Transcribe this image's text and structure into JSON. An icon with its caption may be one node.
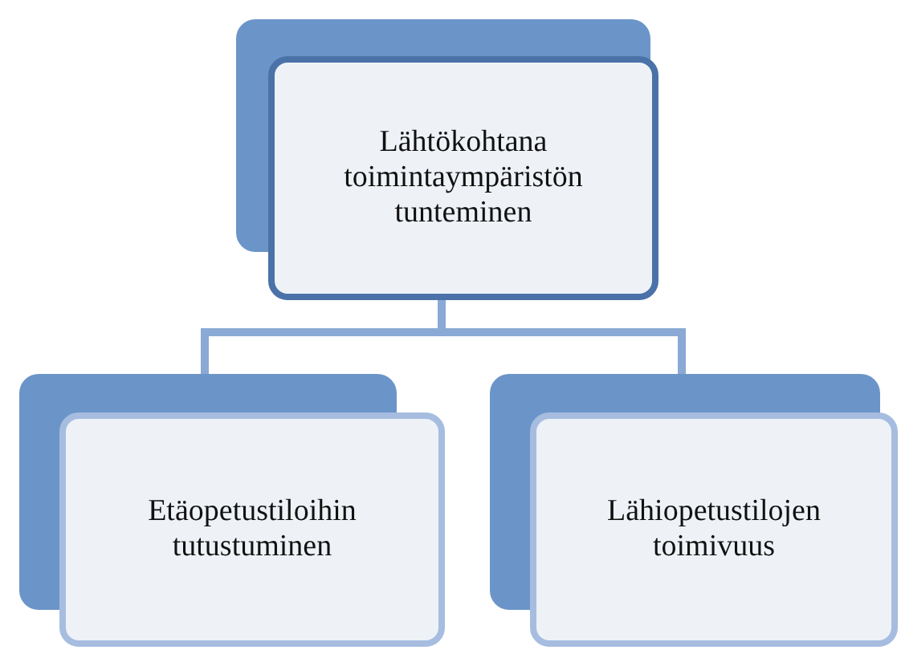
{
  "diagram": {
    "nodes": [
      {
        "text": [
          "Lähtökohtana toimintaympäristön tunteminen"
        ]
      },
      {
        "text": [
          "Etäopetustiloihin tutustuminen"
        ]
      },
      {
        "text": [
          "Lähiopetustilojen toimivuus"
        ]
      }
    ],
    "edges": [
      {
        "from": 0,
        "to": 1,
        "arrow": "none"
      },
      {
        "from": 0,
        "to": 2,
        "arrow": "none"
      }
    ]
  }
}
